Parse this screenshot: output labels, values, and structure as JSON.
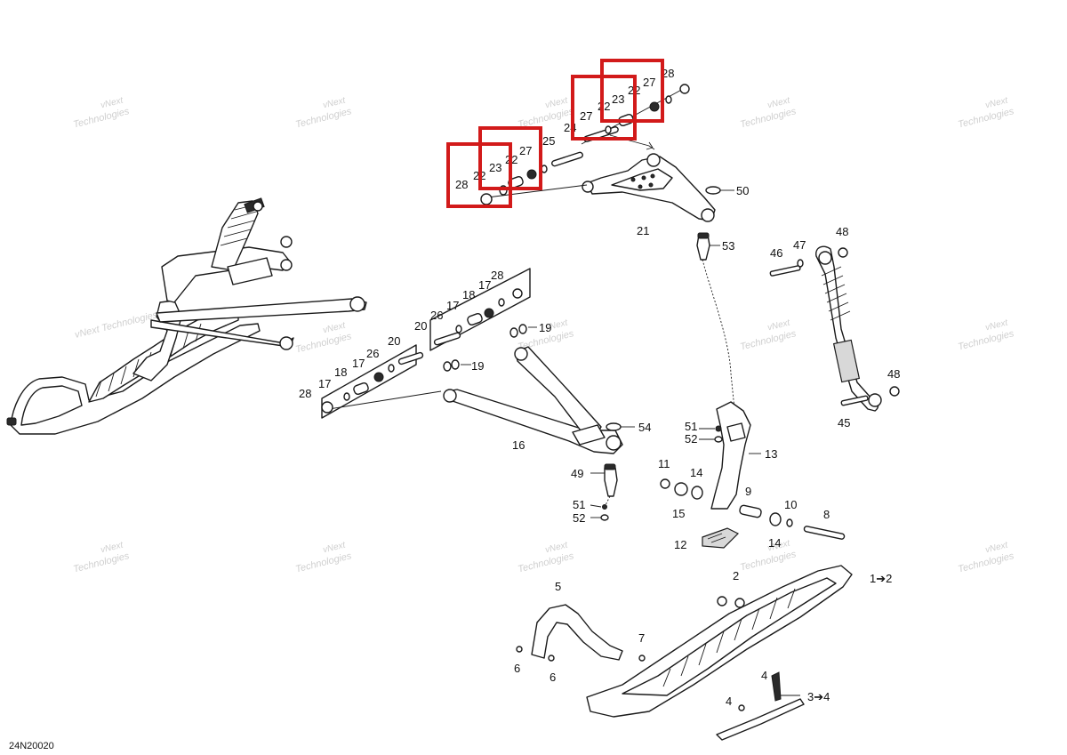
{
  "diagram_ref": "24N20020",
  "watermark": {
    "line1": "vNext",
    "line2": "Technologies",
    "line2_alt": "vNext Technologies"
  },
  "callouts": {
    "c1_2": "1➔2",
    "c2": "2",
    "c3_4": "3➔4",
    "c4a": "4",
    "c4b": "4",
    "c5": "5",
    "c6a": "6",
    "c6b": "6",
    "c7": "7",
    "c8": "8",
    "c9": "9",
    "c10": "10",
    "c11": "11",
    "c12": "12",
    "c13": "13",
    "c14a": "14",
    "c14b": "14",
    "c15": "15",
    "c16": "16",
    "c17a": "17",
    "c17b": "17",
    "c17c": "17",
    "c17d": "17",
    "c18a": "18",
    "c18b": "18",
    "c19a": "19",
    "c19b": "19",
    "c20a": "20",
    "c20b": "20",
    "c21": "21",
    "c22a": "22",
    "c22b": "22",
    "c22c": "22",
    "c22d": "22",
    "c23a": "23",
    "c23b": "23",
    "c24": "24",
    "c25": "25",
    "c26a": "26",
    "c26b": "26",
    "c27a": "27",
    "c27b": "27",
    "c27c": "27",
    "c28a": "28",
    "c28b": "28",
    "c28c": "28",
    "c28d": "28",
    "c45": "45",
    "c46": "46",
    "c47": "47",
    "c48a": "48",
    "c48b": "48",
    "c49": "49",
    "c50": "50",
    "c51a": "51",
    "c51b": "51",
    "c52a": "52",
    "c52b": "52",
    "c53": "53",
    "c54": "54"
  },
  "highlight_color": "#d21a1a"
}
